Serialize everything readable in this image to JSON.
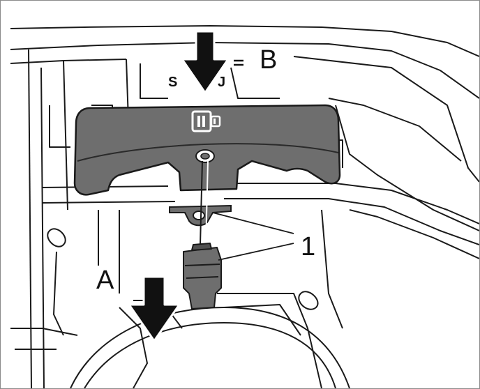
{
  "labels": {
    "a": "A",
    "b": "B",
    "callout": "1",
    "marking_left": "S",
    "marking_right": "J"
  },
  "colors": {
    "part_fill": "#6e6e6e",
    "part_dark": "#505050",
    "line": "#1a1a1a",
    "arrow": "#111111",
    "background": "#ffffff"
  },
  "icons": {
    "connector_symbol": "battery-connector-icon",
    "press_arrows": "arrow-down-icon"
  }
}
